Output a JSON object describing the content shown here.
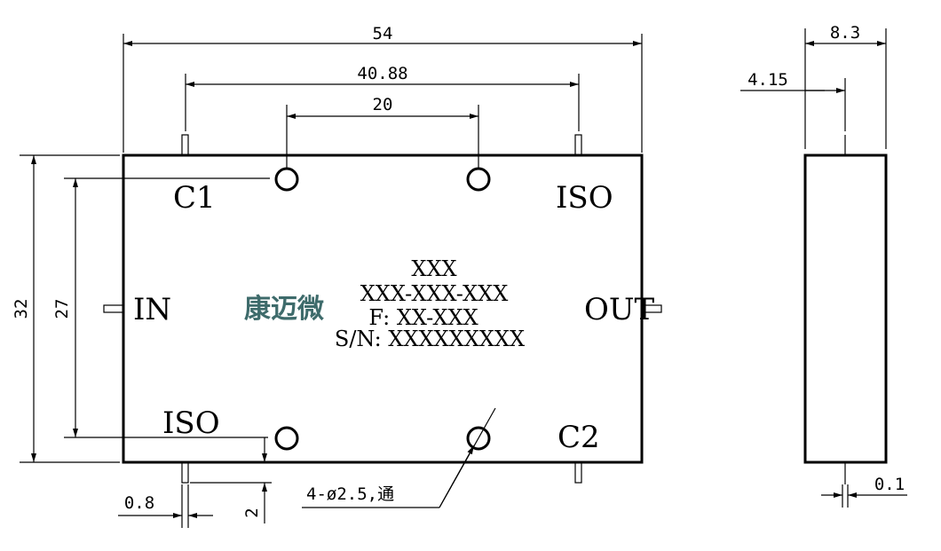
{
  "dimensions": {
    "overall_width": "54",
    "pin_spacing_outer": "40.88",
    "pin_spacing_inner": "20",
    "height_overall": "32",
    "height_holes": "27",
    "pin_width": "0.8",
    "pin_length": "2",
    "depth": "8.3",
    "depth_half": "4.15",
    "pin_offset": "0.1"
  },
  "ports": {
    "c1": "C1",
    "iso_top": "ISO",
    "in": "IN",
    "out": "OUT",
    "iso_bottom": "ISO",
    "c2": "C2"
  },
  "label": {
    "brand": "康迈微",
    "line1": "XXX",
    "line2": "XXX-XXX-XXX",
    "line3": "F: XX-XXX",
    "line4": "S/N: XXXXXXXXX"
  },
  "note": {
    "holes": "4-ø2.5,通"
  }
}
